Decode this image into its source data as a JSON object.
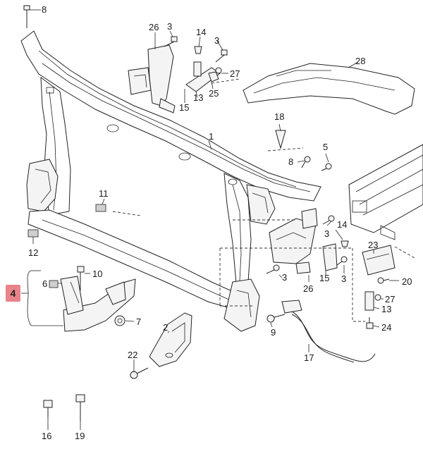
{
  "diagram": {
    "highlight": {
      "label": "4",
      "color": "#e8838a"
    },
    "callouts": {
      "c1": "1",
      "c2": "2",
      "c3a": "3",
      "c3b": "3",
      "c3c": "3",
      "c3d": "3",
      "c3e": "3",
      "c5": "5",
      "c6": "6",
      "c7": "7",
      "c8a": "8",
      "c8b": "8",
      "c9": "9",
      "c10": "10",
      "c11": "11",
      "c12": "12",
      "c13a": "13",
      "c13b": "13",
      "c14a": "14",
      "c14b": "14",
      "c15a": "15",
      "c15b": "15",
      "c16": "16",
      "c17": "17",
      "c18": "18",
      "c19": "19",
      "c20": "20",
      "c22": "22",
      "c23": "23",
      "c24": "24",
      "c25": "25",
      "c26a": "26",
      "c26b": "26",
      "c27a": "27",
      "c27b": "27",
      "c28": "28"
    }
  }
}
